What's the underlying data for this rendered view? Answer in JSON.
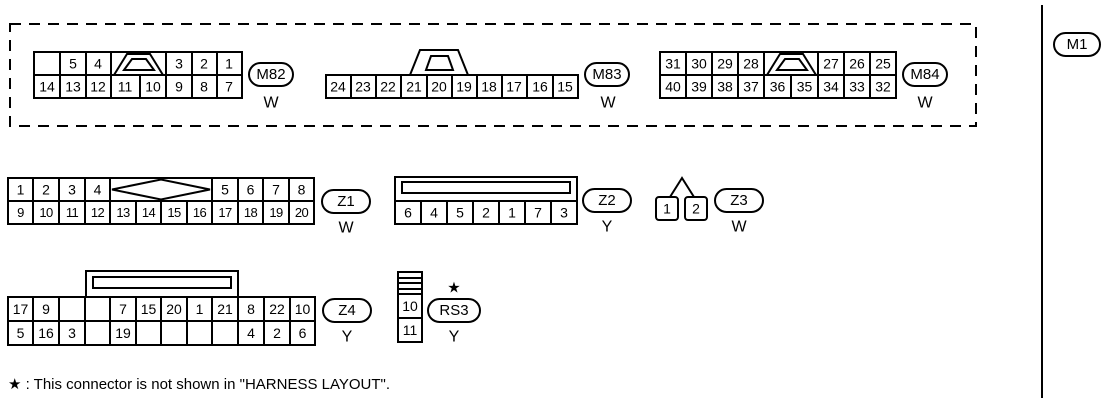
{
  "page_tag": "M1",
  "connectors": {
    "m82": {
      "tag": "M82",
      "color": "W",
      "top": [
        "5",
        "4",
        "3",
        "2",
        "1"
      ],
      "bottom": [
        "14",
        "13",
        "12",
        "11",
        "10",
        "9",
        "8",
        "7"
      ]
    },
    "m83": {
      "tag": "M83",
      "color": "W",
      "bottom": [
        "24",
        "23",
        "22",
        "21",
        "20",
        "19",
        "18",
        "17",
        "16",
        "15"
      ]
    },
    "m84": {
      "tag": "M84",
      "color": "W",
      "top": [
        "31",
        "30",
        "29",
        "28",
        "27",
        "26",
        "25"
      ],
      "bottom": [
        "40",
        "39",
        "38",
        "37",
        "36",
        "35",
        "34",
        "33",
        "32"
      ]
    },
    "z1": {
      "tag": "Z1",
      "color": "W",
      "top": [
        "1",
        "2",
        "3",
        "4",
        "5",
        "6",
        "7",
        "8"
      ],
      "bottom": [
        "9",
        "10",
        "11",
        "12",
        "13",
        "14",
        "15",
        "16",
        "17",
        "18",
        "19",
        "20"
      ]
    },
    "z2": {
      "tag": "Z2",
      "color": "Y",
      "bottom": [
        "6",
        "4",
        "5",
        "2",
        "1",
        "7",
        "3"
      ]
    },
    "z3": {
      "tag": "Z3",
      "color": "W",
      "pins": [
        "1",
        "2"
      ]
    },
    "z4": {
      "tag": "Z4",
      "color": "Y",
      "top": [
        "17",
        "9",
        "7",
        "15",
        "20",
        "1",
        "21",
        "8",
        "22",
        "10"
      ],
      "bottom": [
        "5",
        "16",
        "3",
        "19",
        "4",
        "2",
        "6"
      ]
    },
    "rs3": {
      "tag": "RS3",
      "color": "Y",
      "pins": [
        "10",
        "11"
      ],
      "mark": "★"
    }
  },
  "footnote": "★ : This connector is not shown in \"HARNESS LAYOUT\"."
}
